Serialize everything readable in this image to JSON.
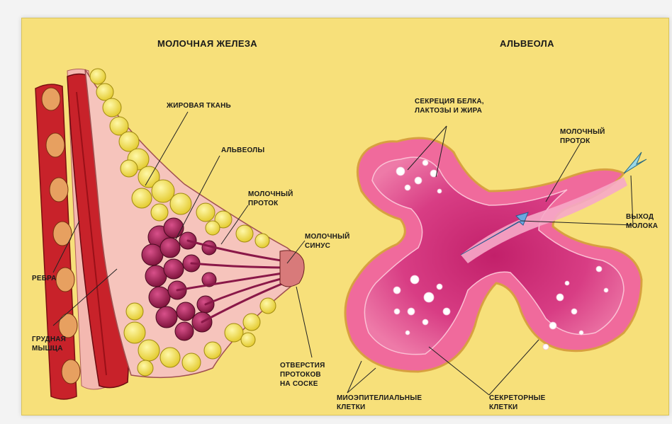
{
  "titles": {
    "left": "МОЛОЧНАЯ ЖЕЛЕЗА",
    "right": "АЛЬВЕОЛА"
  },
  "labels": {
    "fat_tissue": "ЖИРОВАЯ ТКАНЬ",
    "alveoli": "АЛЬВЕОЛЫ",
    "milk_duct_left": "МОЛОЧНЫЙ\nПРОТОК",
    "milk_sinus": "МОЛОЧНЫЙ\nСИНУС",
    "ribs": "РЕБРА",
    "pectoral_muscle": "ГРУДНАЯ\nМЫШЦА",
    "nipple_openings": "ОТВЕРСТИЯ\nПРОТОКОВ\nНА СОСКЕ",
    "secretion": "СЕКРЕЦИЯ БЕЛКА,\nЛАКТОЗЫ И ЖИРА",
    "milk_duct_right": "МОЛОЧНЫЙ\nПРОТОК",
    "milk_exit": "ВЫХОД\nМОЛОКА",
    "myoepithelial": "МИОЭПИТЕЛИАЛЬНЫЕ\nКЛЕТКИ",
    "secretory": "СЕКРЕТОРНЫЕ\nКЛЕТКИ"
  },
  "colors": {
    "background": "#f7e07a",
    "muscle": "#c8222a",
    "fat": "#f2e04a",
    "gland": "#a8204e",
    "alveolus": "#e0508a",
    "tissue": "#f4b8b0"
  }
}
